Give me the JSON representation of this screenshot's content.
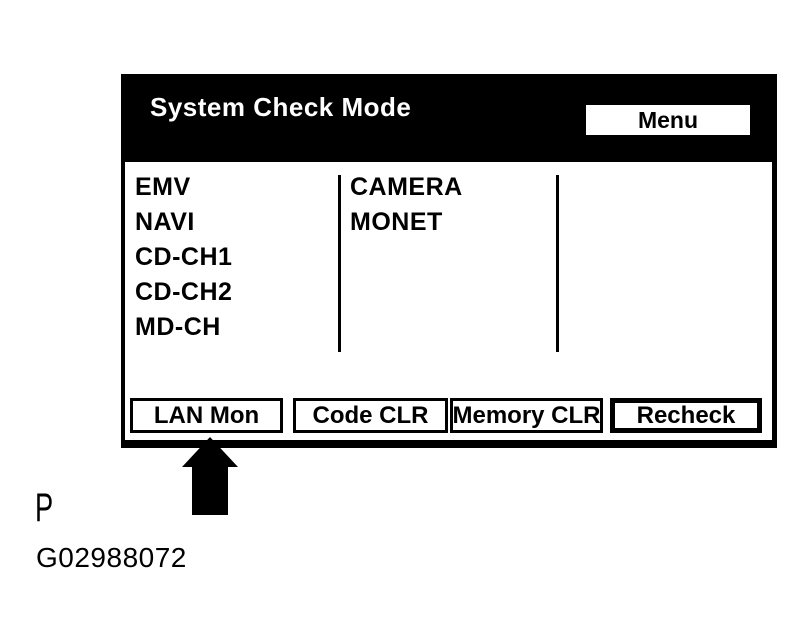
{
  "colors": {
    "screen_background": "#000000",
    "screen_text": "#ffffff",
    "body_background": "#ffffff",
    "body_text": "#000000"
  },
  "screen": {
    "title": "System Check Mode",
    "menu_button_label": "Menu",
    "system_list": {
      "column1": [
        "EMV",
        "NAVI",
        "CD-CH1",
        "CD-CH2",
        "MD-CH"
      ],
      "column2": [
        "CAMERA",
        "MONET"
      ]
    },
    "buttons": [
      {
        "label": "LAN Mon",
        "highlighted": false
      },
      {
        "label": "Code CLR",
        "highlighted": false
      },
      {
        "label": "Memory CLR",
        "highlighted": false
      },
      {
        "label": "Recheck",
        "highlighted": true
      }
    ],
    "arrow_points_to": "LAN Mon"
  },
  "figure": {
    "label": "P",
    "id": "G02988072"
  }
}
